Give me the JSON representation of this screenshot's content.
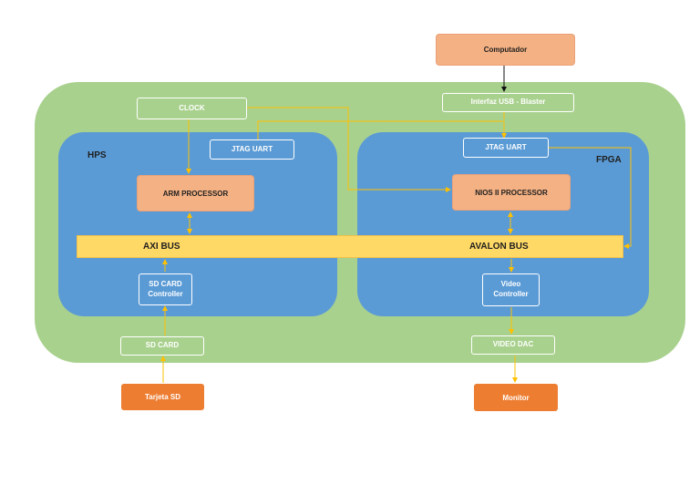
{
  "nodes": {
    "computador": "Computador",
    "usb_blaster": "Interfaz USB - Blaster",
    "clock": "CLOCK",
    "hps_label": "HPS",
    "fpga_label": "FPGA",
    "jtag_uart_hps": "JTAG UART",
    "jtag_uart_fpga": "JTAG UART",
    "arm_processor": "ARM PROCESSOR",
    "nios_processor": "NIOS II PROCESSOR",
    "axi_bus": "AXI BUS",
    "avalon_bus": "AVALON BUS",
    "sd_card_controller": "SD CARD\nController",
    "video_controller": "Video\nController",
    "sd_card": "SD CARD",
    "video_dac": "VIDEO DAC",
    "tarjeta_sd": "Tarjeta SD",
    "monitor": "Monitor"
  },
  "colors": {
    "board": "#a9d18e",
    "region": "#5b9bd5",
    "processor": "#f4b183",
    "bus": "#ffd966",
    "external": "#ed7d31",
    "wire": "#ffc000"
  }
}
